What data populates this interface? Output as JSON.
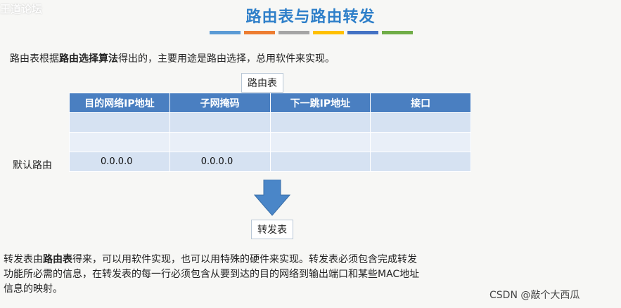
{
  "watermark_top_left": "王道论坛",
  "title": "路由表与路由转发",
  "title_bar_colors": [
    "#5b9bd5",
    "#ed7d31",
    "#a5a5a5",
    "#ffc000",
    "#4472c4",
    "#70ad47"
  ],
  "intro": {
    "pre": "路由表根据",
    "bold": "路由选择算法",
    "post": "得出的，主要用途是路由选择，总用软件来实现。"
  },
  "routing_table_label": "路由表",
  "table": {
    "headers": [
      "目的网络IP地址",
      "子网掩码",
      "下一跳IP地址",
      "接口"
    ],
    "rows": [
      [
        "",
        "",
        "",
        ""
      ],
      [
        "",
        "",
        "",
        ""
      ],
      [
        "0.0.0.0",
        "0.0.0.0",
        "",
        ""
      ]
    ]
  },
  "default_route_label": "默认路由",
  "arrow_icon": "down-arrow-icon",
  "forwarding_table_label": "转发表",
  "paragraph": {
    "pre": "转发表由",
    "bold": "路由表",
    "line1_post": "得来，可以用软件实现，也可以用特殊的硬件来实现。转发表必须包含完成转发",
    "line2": "功能所必需的信息，在转发表的每一行必须包含从要到达的目的网络到输出端口和某些MAC地址",
    "line3": "信息的映射。"
  },
  "watermark_bottom_right": "CSDN @敲个大西瓜"
}
